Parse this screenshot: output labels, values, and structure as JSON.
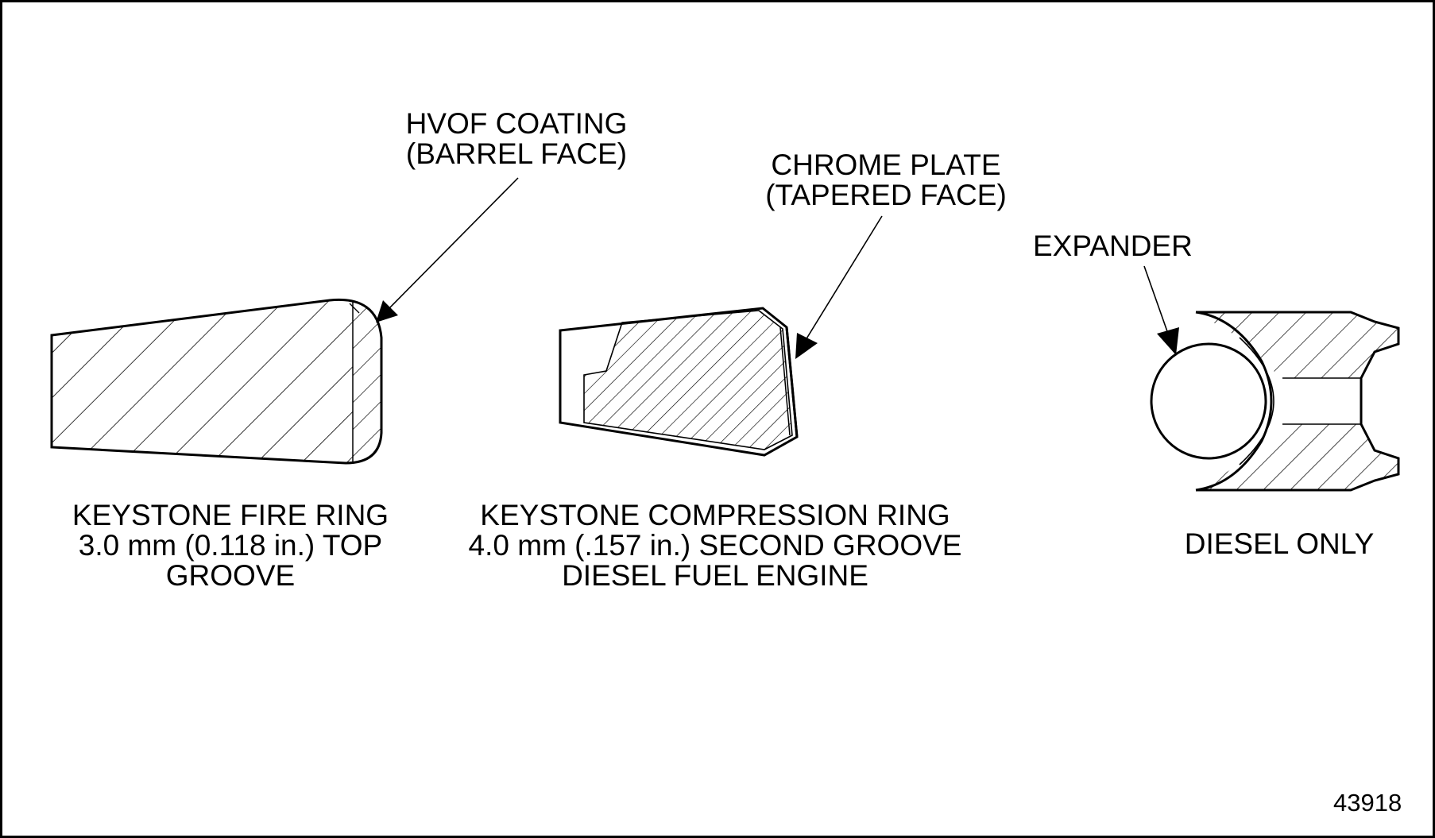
{
  "diagram": {
    "rings": [
      {
        "id": "fire-ring",
        "callout": [
          "HVOF COATING",
          "(BARREL FACE)"
        ],
        "caption": [
          "KEYSTONE FIRE RING",
          "3.0 mm (0.118 in.) TOP",
          "GROOVE"
        ]
      },
      {
        "id": "compression-ring",
        "callout": [
          "CHROME PLATE",
          "(TAPERED FACE)"
        ],
        "caption": [
          "KEYSTONE COMPRESSION RING",
          "4.0 mm (.157 in.) SECOND GROOVE",
          "DIESEL FUEL ENGINE"
        ]
      },
      {
        "id": "oil-ring",
        "callout": [
          "EXPANDER"
        ],
        "caption": [
          "DIESEL ONLY"
        ]
      }
    ],
    "figure_number": "43918"
  },
  "colors": {
    "line": "#000000",
    "background": "#ffffff"
  }
}
